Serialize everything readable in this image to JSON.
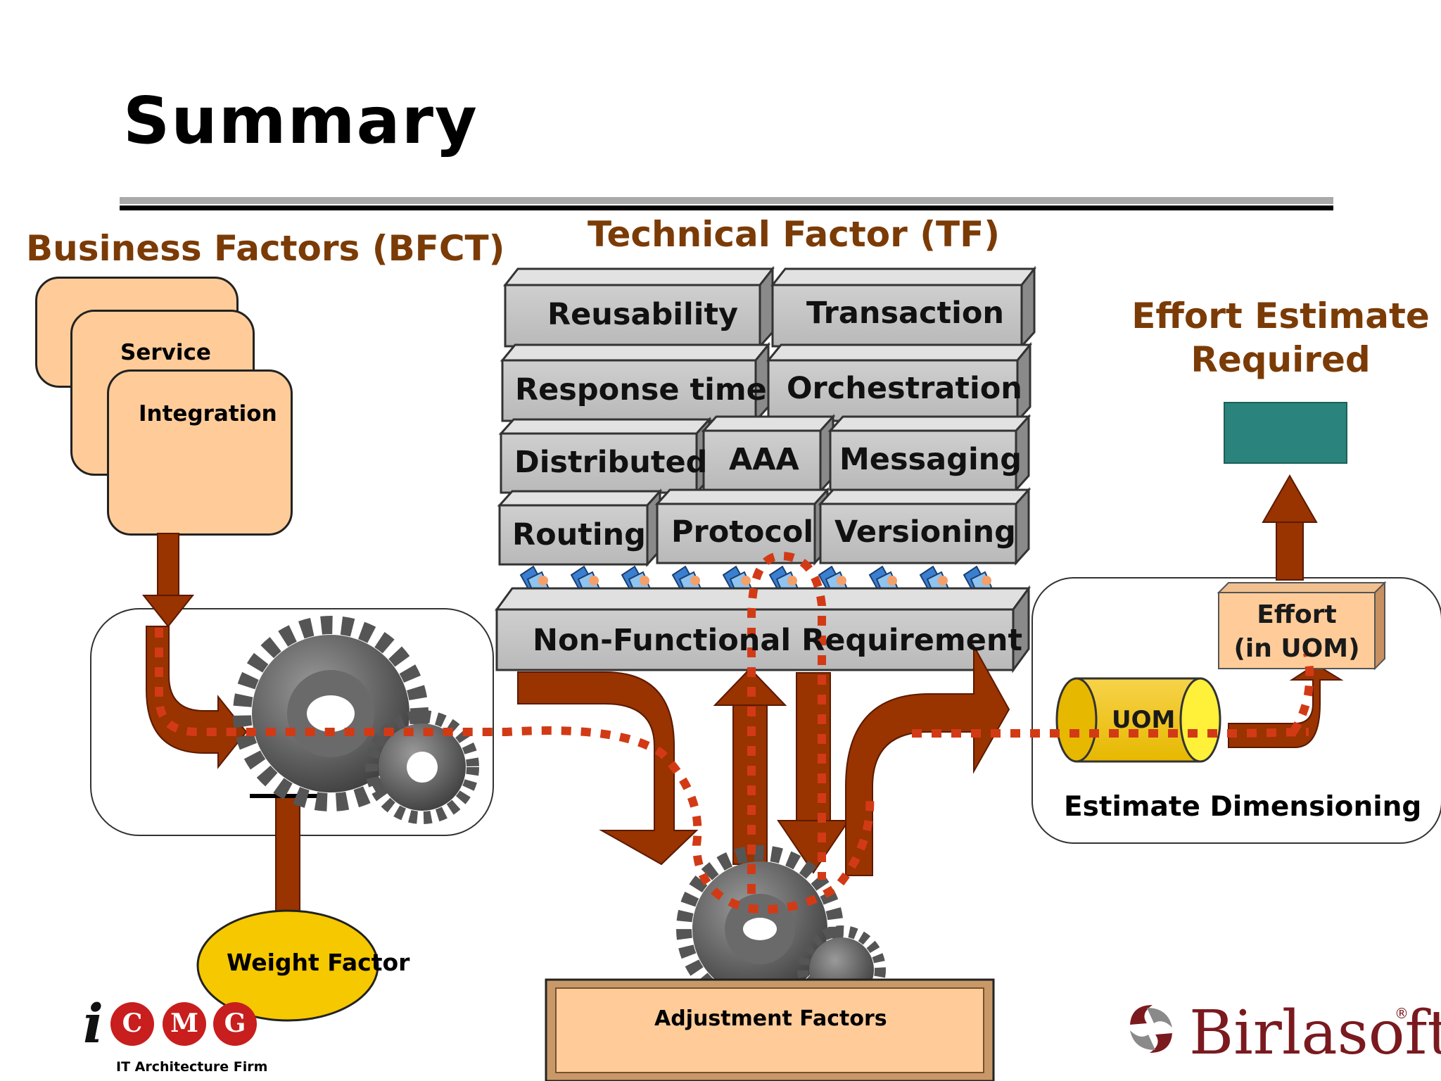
{
  "slide": {
    "title": "Summary"
  },
  "business_factors": {
    "heading": "Business Factors (BFCT)",
    "cards": [
      "",
      "Service",
      "Integration"
    ]
  },
  "technical_factor": {
    "heading": "Technical Factor (TF)",
    "rows": [
      [
        "Reusability",
        "Transaction"
      ],
      [
        "Response time",
        "Orchestration"
      ],
      [
        "Distributed",
        "AAA",
        "Messaging"
      ],
      [
        "Routing",
        "Protocol",
        "Versioning"
      ]
    ],
    "base": "Non-Functional Requirement"
  },
  "effort": {
    "heading_line1": "Effort Estimate",
    "heading_line2": "Required",
    "box_line1": "Effort",
    "box_line2": "(in UOM)",
    "uom_label": "UOM",
    "panel_label": "Estimate Dimensioning"
  },
  "weight_factor": "Weight Factor",
  "adjustment_factors": "Adjustment Factors",
  "logos": {
    "icmg_i": "i",
    "icmg_letters": [
      "C",
      "M",
      "G"
    ],
    "icmg_tagline": "IT Architecture Firm",
    "birlasoft": "Birlasoft",
    "birlasoft_mark": "®"
  },
  "colors": {
    "heading_brown": "#7b3b06",
    "arrow_rust": "#993300",
    "dots_red": "#d23a16",
    "card_peach": "#ffcc99",
    "tile_gray": "#c0c0c0",
    "teal": "#2a837c",
    "uom_yellow": "#f5c800"
  }
}
